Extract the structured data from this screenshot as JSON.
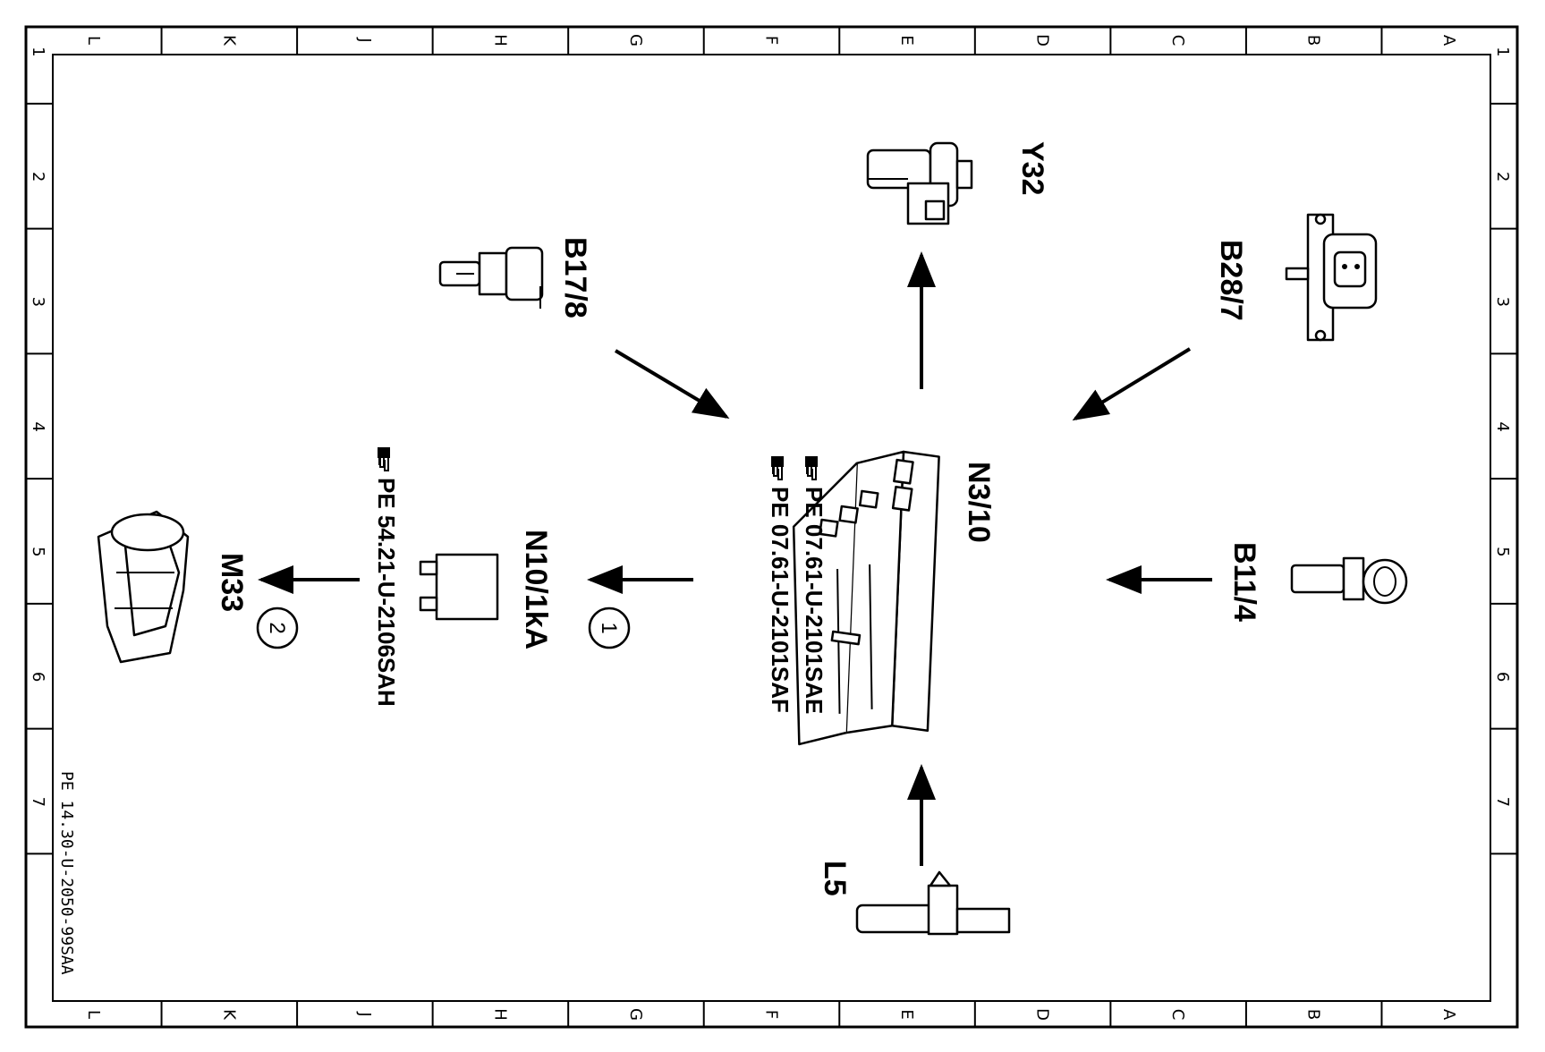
{
  "frame": {
    "column_letters": [
      "L",
      "K",
      "J",
      "H",
      "G",
      "F",
      "E",
      "D",
      "C",
      "B",
      "A"
    ],
    "row_numbers": [
      "1",
      "2",
      "3",
      "4",
      "5",
      "6",
      "7"
    ]
  },
  "document_id": "PE 14.30-U-2050-99SAA",
  "center_unit": {
    "label": "N3/10",
    "refs": [
      "PE 07.61-U-2101SAE",
      "PE 07.61-U-2101SAF"
    ]
  },
  "components": {
    "y32": {
      "label": "Y32"
    },
    "b17_8": {
      "label": "B17/8"
    },
    "b28_7": {
      "label": "B28/7"
    },
    "b11_4": {
      "label": "B11/4"
    },
    "l5": {
      "label": "L5"
    },
    "n10_1ka": {
      "label": "N10/1kA",
      "ref": "PE 54.21-U-2106SAH"
    },
    "m33": {
      "label": "M33"
    }
  },
  "callouts": {
    "c1": "1",
    "c2": "2"
  },
  "icons": [
    "pointing-hand-icon"
  ]
}
